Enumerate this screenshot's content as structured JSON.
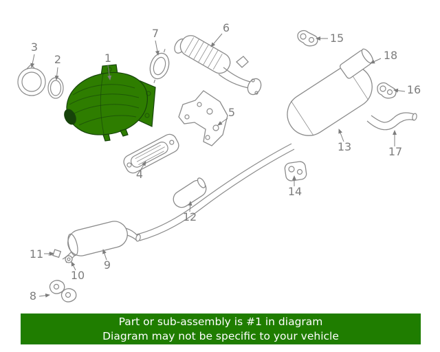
{
  "colors": {
    "highlight": "#2e7d00",
    "highlight_dark": "#16430a",
    "diagram_line": "#8a8a8a",
    "callout_label": "#7d7d7d",
    "banner_bg": "#1f7d00",
    "banner_text": "#ffffff"
  },
  "diagram": {
    "highlighted_part_number": "1",
    "callouts": [
      {
        "num": "1"
      },
      {
        "num": "2"
      },
      {
        "num": "3"
      },
      {
        "num": "4"
      },
      {
        "num": "5"
      },
      {
        "num": "6"
      },
      {
        "num": "7"
      },
      {
        "num": "8"
      },
      {
        "num": "9"
      },
      {
        "num": "10"
      },
      {
        "num": "11"
      },
      {
        "num": "12"
      },
      {
        "num": "13"
      },
      {
        "num": "14"
      },
      {
        "num": "15"
      },
      {
        "num": "16"
      },
      {
        "num": "17"
      },
      {
        "num": "18"
      }
    ]
  },
  "banner": {
    "line1": "Part or sub-assembly is #1 in diagram",
    "line2": "Diagram may not be specific to your vehicle"
  }
}
